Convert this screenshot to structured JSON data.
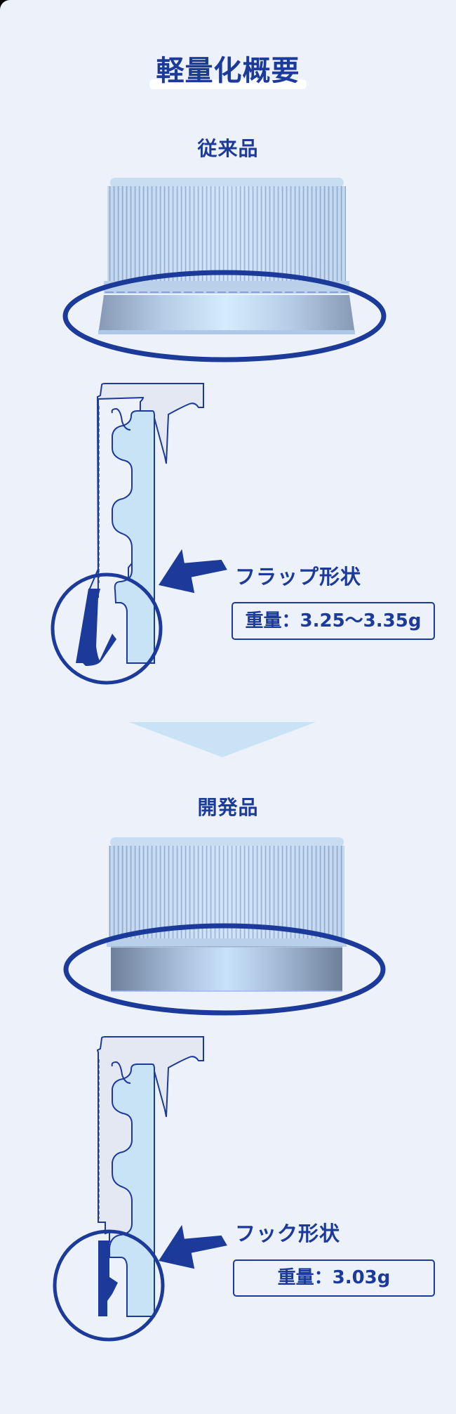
{
  "title": "軽量化概要",
  "colors": {
    "background": "#edf1f9",
    "accent": "#1b3a9a",
    "highlight": "#ffffff",
    "light_blue": "#c8e2f6",
    "down_arrow": "#c9e2f5",
    "section_gray": "#e3e8f3"
  },
  "sections": [
    {
      "label": "従来品",
      "cap_type": "flared-skirt",
      "callout": "フラップ形状",
      "weight": "重量：3.25〜3.35g"
    },
    {
      "label": "開発品",
      "cap_type": "straight-skirt",
      "callout": "フック形状",
      "weight": "重量：3.03g"
    }
  ],
  "icons": {
    "transition": "down-triangle-icon",
    "pointer": "arrow-left-icon"
  }
}
